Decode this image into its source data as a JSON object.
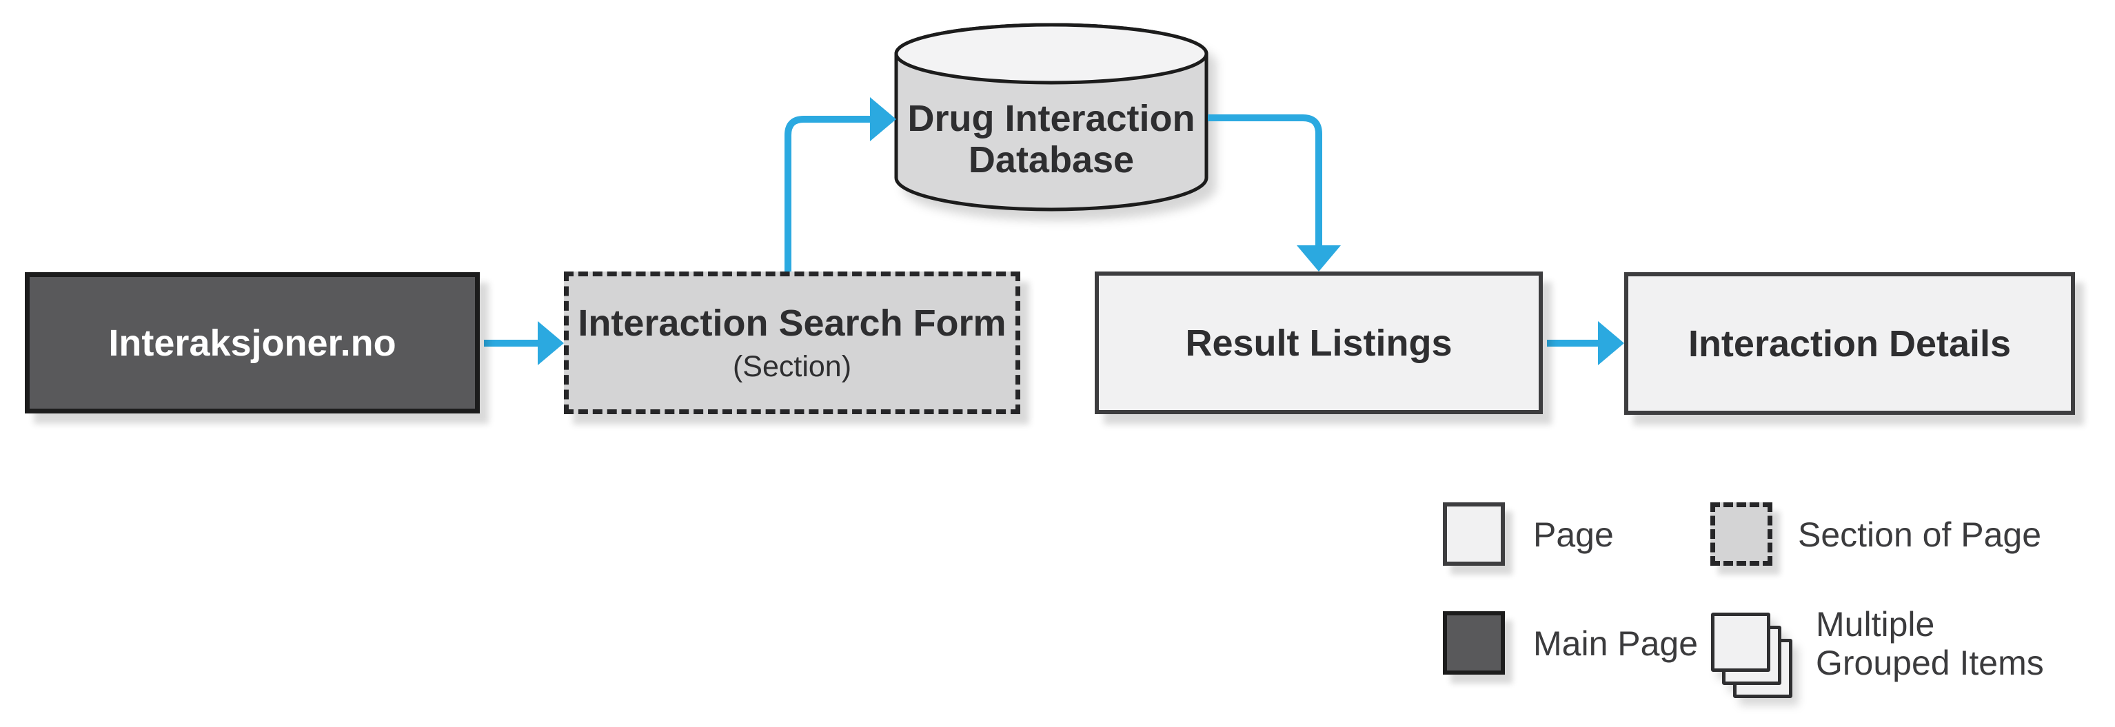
{
  "colors": {
    "arrow": "#2BA9E0",
    "main_page_fill": "#59595B",
    "page_fill": "#F1F1F2",
    "section_fill": "#D4D4D5",
    "cylinder_fill": "#D8D8D9",
    "cylinder_top_fill": "#F3F3F4",
    "border_dark": "#1C1C1C",
    "border_box": "#3D3D3F",
    "text": "#2E2E30",
    "legend_text": "#3B3B3D"
  },
  "nodes": {
    "main_page": {
      "label": "Interaksjoner.no"
    },
    "search_form": {
      "label": "Interaction Search Form",
      "sublabel": "(Section)"
    },
    "database": {
      "label": "Drug Interaction Database"
    },
    "result_listings": {
      "label": "Result Listings"
    },
    "interaction_details": {
      "label": "Interaction Details"
    }
  },
  "legend": {
    "page_label": "Page",
    "section_label": "Section of Page",
    "main_page_label": "Main Page",
    "grouped_label": "Multiple\nGrouped Items"
  }
}
